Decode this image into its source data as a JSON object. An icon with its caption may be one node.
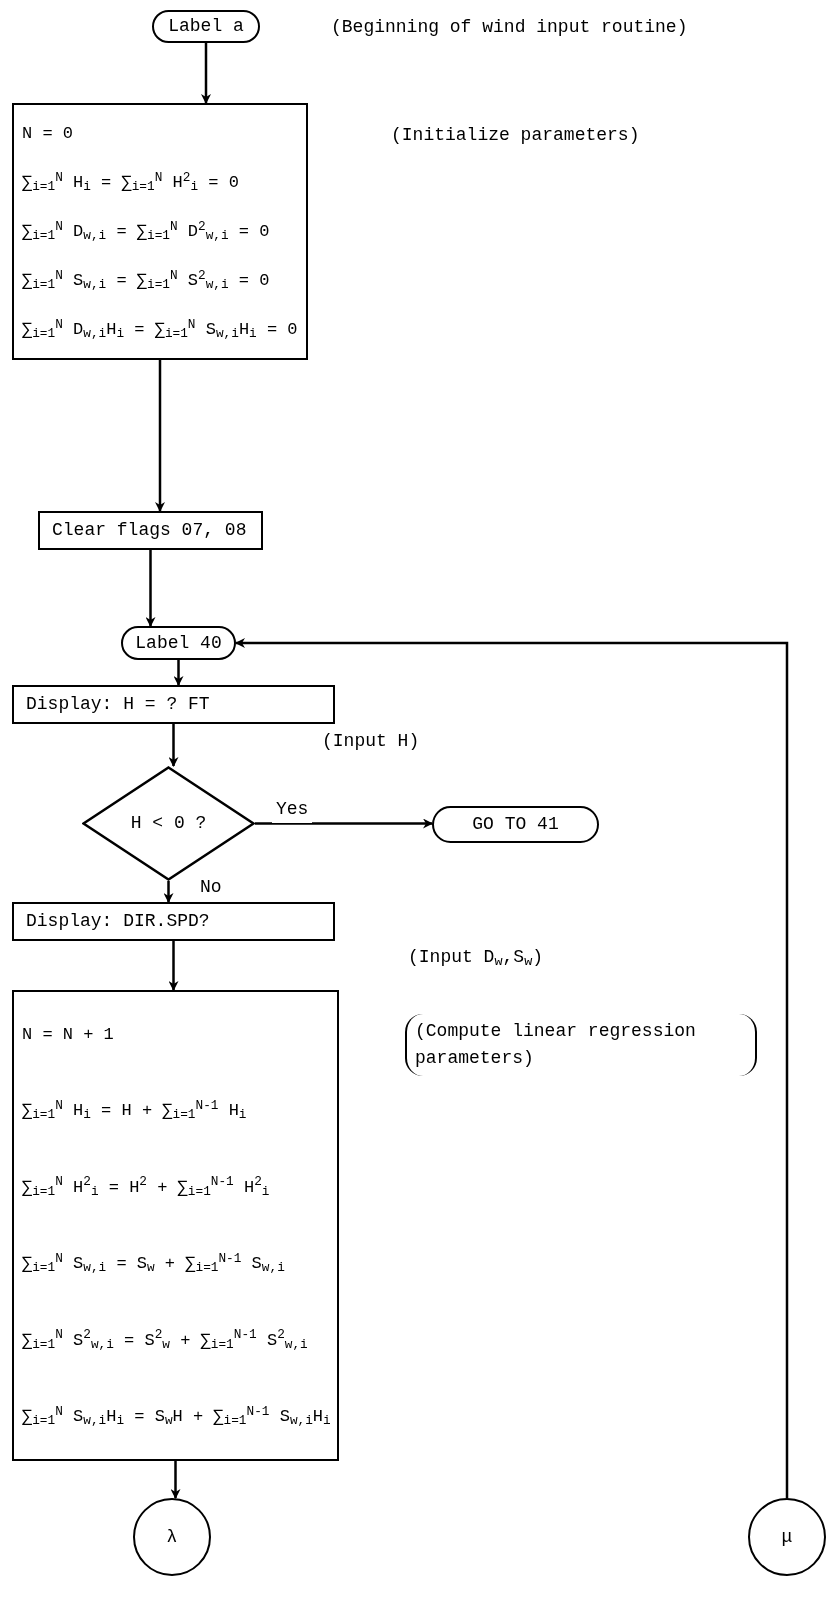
{
  "diagram": {
    "nodes": [
      {
        "text": [
          "Label a"
        ]
      },
      {
        "text": [
          "N = 0",
          "∑$_{i=1}$$^{N}$ H$_{i}$ = ∑$_{i=1}$$^{N}$ H$^{2}$$_{i}$ = 0",
          "∑$_{i=1}$$^{N}$ D$_{w,i}$ = ∑$_{i=1}$$^{N}$ D$^{2}$$_{w,i}$ = 0",
          "∑$_{i=1}$$^{N}$ S$_{w,i}$ = ∑$_{i=1}$$^{N}$ S$^{2}$$_{w,i}$ = 0",
          "∑$_{i=1}$$^{N}$ D$_{w,i}$H$_{i}$ = ∑$_{i=1}$$^{N}$ S$_{w,i}$H$_{i}$ = 0"
        ]
      },
      {
        "text": [
          "Clear flags 07, 08"
        ]
      },
      {
        "text": [
          "Label 40"
        ]
      },
      {
        "text": [
          "Display: H = ? FT"
        ]
      },
      {
        "text": [
          "H < 0 ?"
        ]
      },
      {
        "text": [
          "GO TO 41"
        ]
      },
      {
        "text": [
          "Display: DIR.SPD?"
        ]
      },
      {
        "text": [
          "N = N + 1",
          "∑$_{i=1}$$^{N}$ H$_{i}$ = H + ∑$_{i=1}$$^{N-1}$ H$_{i}$",
          "∑$_{i=1}$$^{N}$ H$^{2}$$_{i}$ = H$^{2}$ + ∑$_{i=1}$$^{N-1}$ H$^{2}$$_{i}$",
          "∑$_{i=1}$$^{N}$ S$_{w,i}$ = S$_{w}$ + ∑$_{i=1}$$^{N-1}$ S$_{w,i}$",
          "∑$_{i=1}$$^{N}$ S$^{2}$$_{w,i}$ = S$^{2}$$_{w}$ + ∑$_{i=1}$$^{N-1}$ S$^{2}$$_{w,i}$",
          "∑$_{i=1}$$^{N}$ S$_{w,i}$H$_{i}$ = S$_{w}$H + ∑$_{i=1}$$^{N-1}$ S$_{w,i}$H$_{i}$"
        ]
      },
      {
        "text": [
          "λ"
        ]
      },
      {
        "text": [
          "μ"
        ]
      }
    ],
    "edges": [
      {
        "from": 0,
        "to": 1,
        "arrow": "to"
      },
      {
        "from": 1,
        "to": 2,
        "arrow": "to"
      },
      {
        "from": 2,
        "to": 3,
        "arrow": "to"
      },
      {
        "from": 3,
        "to": 4,
        "arrow": "to"
      },
      {
        "from": 4,
        "to": 5,
        "arrow": "to"
      },
      {
        "from": 5,
        "to": 6,
        "arrow": "to",
        "label": "Yes"
      },
      {
        "from": 5,
        "to": 7,
        "arrow": "to",
        "label": "No"
      },
      {
        "from": 7,
        "to": 8,
        "arrow": "to"
      },
      {
        "from": 8,
        "to": 9,
        "arrow": "to"
      },
      {
        "from": 10,
        "to": 3,
        "arrow": "to"
      }
    ],
    "labels": [
      "(Beginning of wind input routine)",
      "(Initialize parameters)",
      "(Input H)",
      "(Input D$_{w}$,S$_{w}$)",
      "(Compute linear regression parameters)"
    ]
  }
}
